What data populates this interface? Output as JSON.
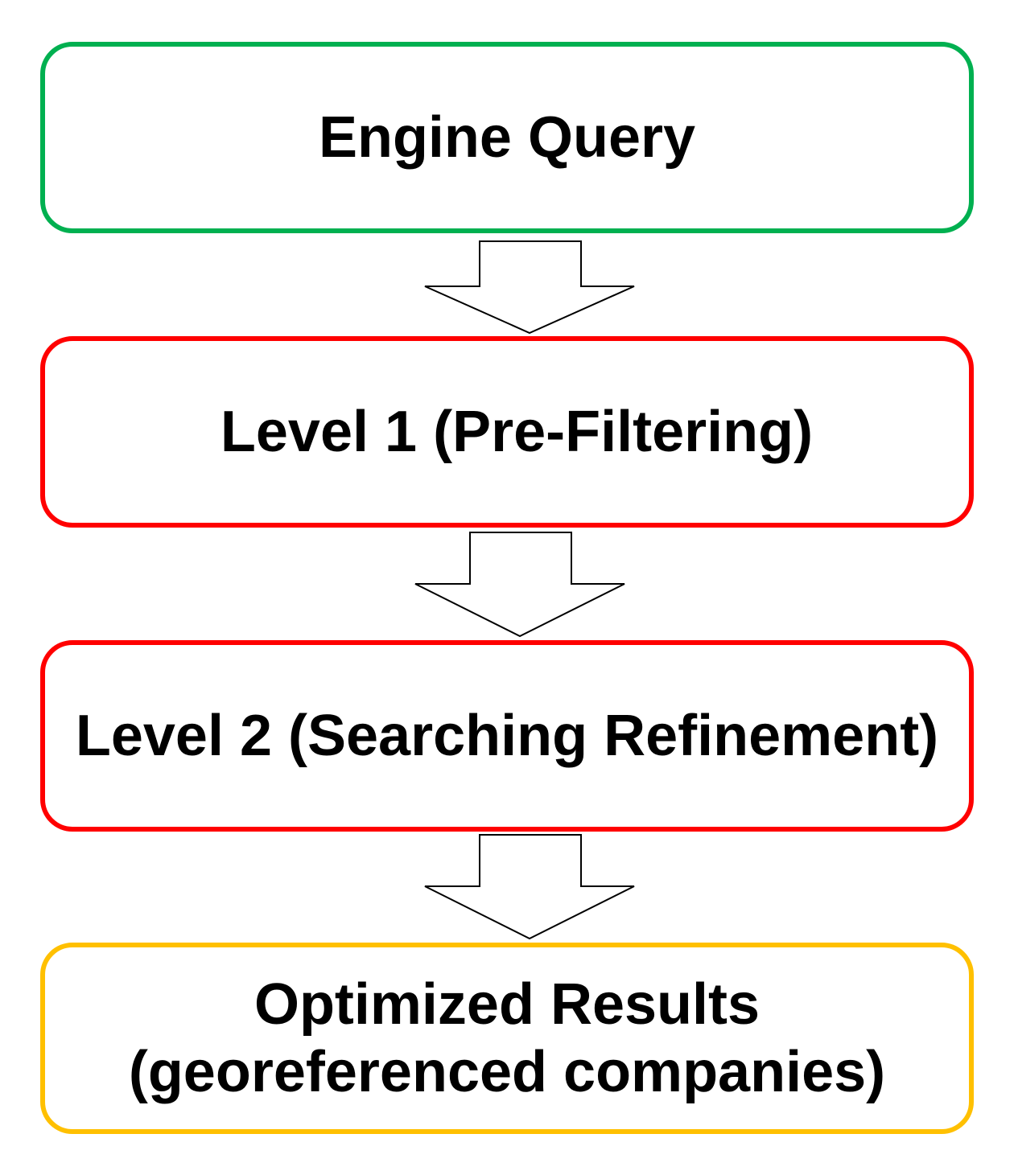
{
  "diagram": {
    "steps": [
      {
        "label": "Engine Query",
        "border_color": "#00b050"
      },
      {
        "label": "Level 1 (Pre-Filtering)",
        "border_color": "#ff0000"
      },
      {
        "label": "Level 2 (Searching Refinement)",
        "border_color": "#ff0000"
      },
      {
        "label_line1": "Optimized Results",
        "label_line2": "(georeferenced companies)",
        "border_color": "#ffc000"
      }
    ],
    "arrow_color": "#000000"
  }
}
